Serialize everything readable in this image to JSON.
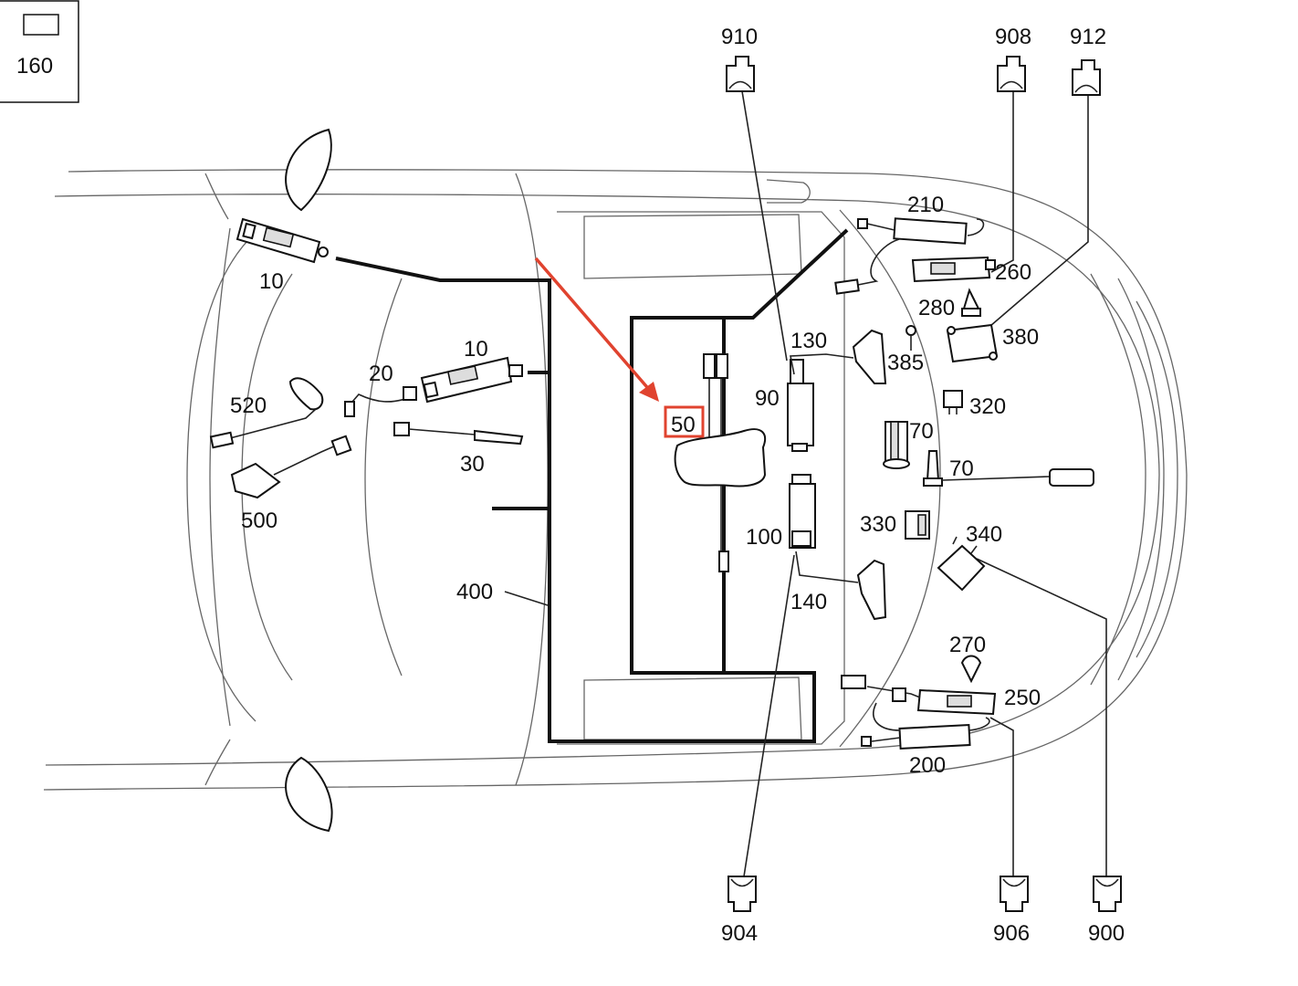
{
  "corner_box": {
    "label": "160",
    "icon": "component-box-icon"
  },
  "highlight_color": "#e0432f",
  "callouts": {
    "c10_top": "10",
    "c10_mid": "10",
    "c20": "20",
    "c30": "30",
    "c50": "50",
    "c70_a": "70",
    "c70_b": "70",
    "c90": "90",
    "c100": "100",
    "c130": "130",
    "c140": "140",
    "c200": "200",
    "c210": "210",
    "c250": "250",
    "c260": "260",
    "c270": "270",
    "c280": "280",
    "c320": "320",
    "c330": "330",
    "c340": "340",
    "c380": "380",
    "c385": "385",
    "c400": "400",
    "c500": "500",
    "c520": "520"
  },
  "connectors": {
    "c900": "900",
    "c904": "904",
    "c906": "906",
    "c908": "908",
    "c910": "910",
    "c912": "912"
  }
}
